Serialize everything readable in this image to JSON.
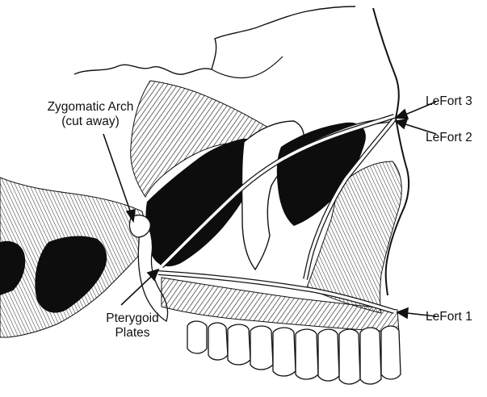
{
  "labels": {
    "zygomatic_arch_line1": "Zygomatic Arch",
    "zygomatic_arch_line2": "(cut away)",
    "pterygoid_line1": "Pterygoid",
    "pterygoid_line2": "Plates",
    "lefort_3": "LeFort 3",
    "lefort_2": "LeFort 2",
    "lefort_1": "LeFort 1"
  },
  "colors": {
    "ink": "#111111",
    "bone_fill": "#ffffff",
    "shadow": "#0d0d0d",
    "fracture_line": "#ffffff"
  }
}
